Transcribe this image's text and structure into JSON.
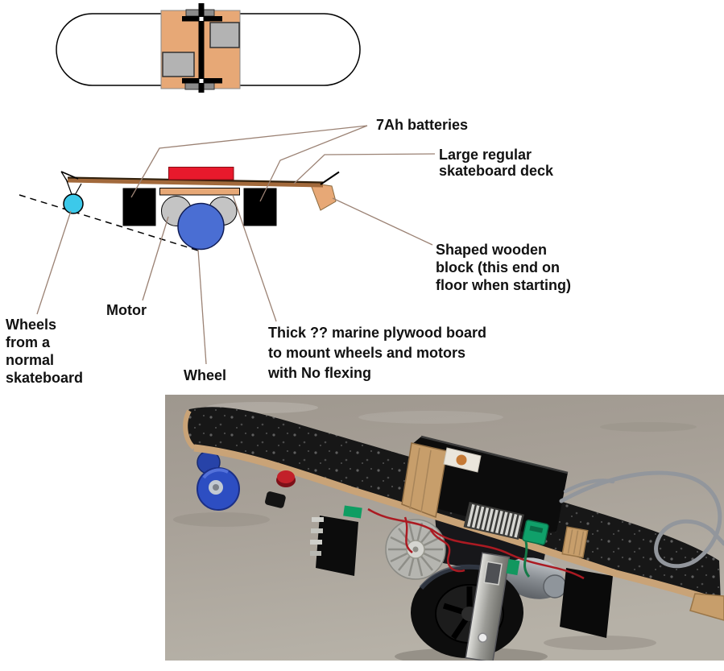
{
  "diagram": {
    "labels": {
      "batteries": "7Ah batteries",
      "deck": "Large regular\nskateboard deck",
      "wooden_block": "Shaped wooden\nblock (this end on\nfloor when starting)",
      "wheels": "Wheels\nfrom a\nnormal\nskateboard",
      "motor": "Motor",
      "wheel": "Wheel",
      "plywood": "Thick ?? marine plywood board\nto mount wheels and motors\nwith No flexing"
    },
    "colors": {
      "deck_brown": "#a2693b",
      "deck_edge_dark": "#33220e",
      "plywood_tan": "#e7a876",
      "battery_black": "#000000",
      "battery_pack_red": "#e8192c",
      "wheel_blue": "#4a6ed3",
      "motor_gray": "#c4c4c4",
      "skateboard_wheel_cyan": "#3cc9ea",
      "annotation_line": "#9b8274",
      "outline_black": "#000000",
      "top_view_wheel_gray": "#8b8b8b",
      "top_view_motor_gray": "#b3b3b3"
    }
  },
  "photo": {
    "colors": {
      "floor_gray_top": "#9e978e",
      "floor_gray_bottom": "#b6b1a7",
      "grip_black": "#171717",
      "wood_rim_tan": "#c9a377",
      "wheel_blue": "#2d4ec2",
      "tire_black": "#0d0d0d",
      "metal_silver": "#c6c6c2",
      "cable_gray": "#92969c",
      "wire_red": "#ab1a22",
      "connector_green": "#10a06a",
      "button_red": "#c22029"
    }
  }
}
